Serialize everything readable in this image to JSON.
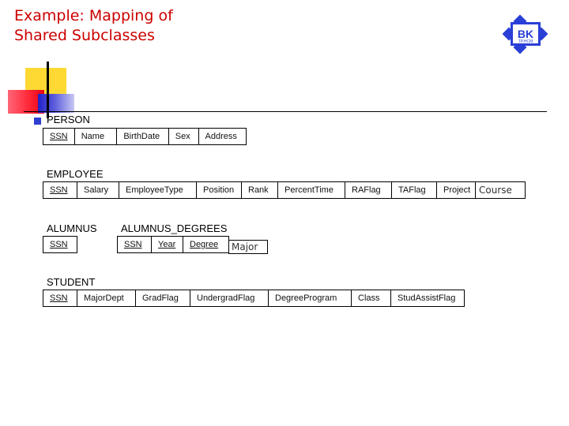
{
  "slide": {
    "title_line1": "Example: Mapping of",
    "title_line2": "Shared Subclasses"
  },
  "logo": {
    "text": "BK",
    "subtext": "TP.HCM",
    "color": "#2a3fd6"
  },
  "colors": {
    "title": "#cc0000",
    "bullet": "#2f3fd0",
    "deco_yellow": "#ffd933",
    "deco_red": "#e60012",
    "deco_blue": "#2020c8"
  },
  "tables": {
    "person": {
      "name": "PERSON",
      "attributes": [
        "SSN",
        "Name",
        "BirthDate",
        "Sex",
        "Address"
      ]
    },
    "employee": {
      "name": "EMPLOYEE",
      "attributes": [
        "SSN",
        "Salary",
        "EmployeeType",
        "Position",
        "Rank",
        "PercentTime",
        "RAFlag",
        "TAFlag",
        "Project"
      ],
      "added": "Course"
    },
    "alumnus": {
      "name": "ALUMNUS",
      "attributes": [
        "SSN"
      ]
    },
    "alumnus_degrees": {
      "name": "ALUMNUS_DEGREES",
      "attributes": [
        "SSN",
        "Year",
        "Degree"
      ],
      "added": "Major"
    },
    "student": {
      "name": "STUDENT",
      "attributes": [
        "SSN",
        "MajorDept",
        "GradFlag",
        "UndergradFlag",
        "DegreeProgram",
        "Class",
        "StudAssistFlag"
      ]
    }
  }
}
